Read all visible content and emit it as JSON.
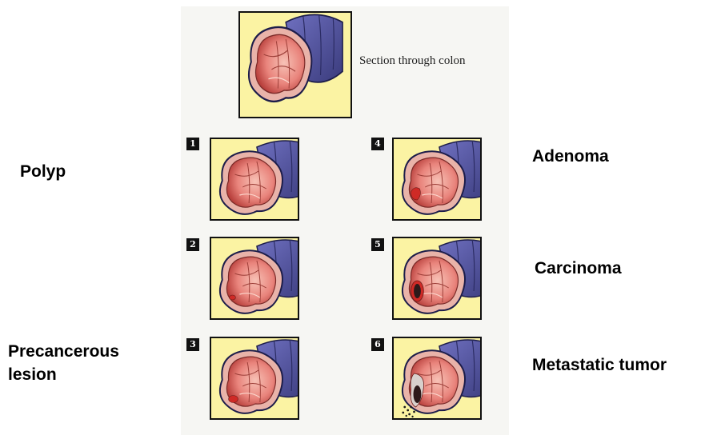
{
  "top_caption": "Section through colon",
  "stages": [
    {
      "number": "1",
      "label": "Polyp"
    },
    {
      "number": "2",
      "label": ""
    },
    {
      "number": "3",
      "label": "Precancerous lesion"
    },
    {
      "number": "4",
      "label": "Adenoma"
    },
    {
      "number": "5",
      "label": "Carcinoma"
    },
    {
      "number": "6",
      "label": "Metastatic tumor"
    }
  ],
  "colors": {
    "panel_background": "#fbf3a3",
    "colon_wall": "#4e4f9a",
    "lumen": "#e9847c",
    "lesion": "#cf2a26",
    "tumor": "#2d1a1a"
  }
}
